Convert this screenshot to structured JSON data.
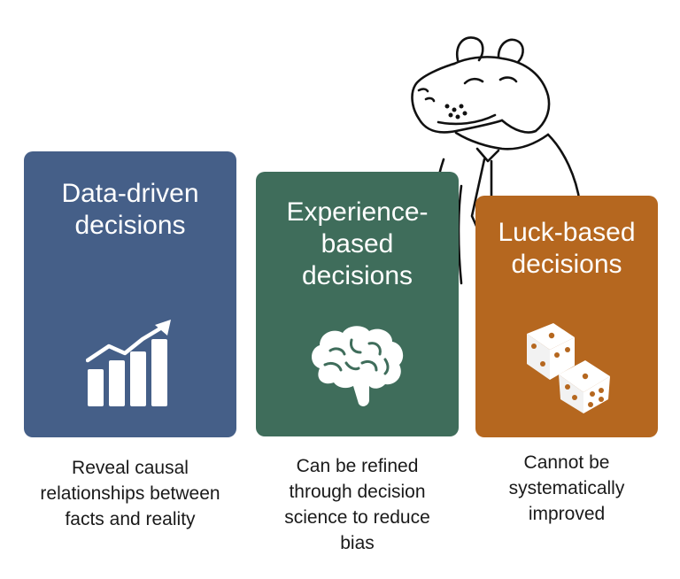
{
  "cards": [
    {
      "title_lines": [
        "Data-driven",
        "decisions"
      ],
      "caption_lines": [
        "Reveal causal",
        "relationships between",
        "facts and reality"
      ],
      "icon": "growth-chart-icon",
      "color": "#455f88"
    },
    {
      "title_lines": [
        "Experience-",
        "based",
        "decisions"
      ],
      "caption_lines": [
        "Can be refined",
        "through decision",
        "science to reduce",
        "bias"
      ],
      "icon": "brain-icon",
      "color": "#3f6d5b"
    },
    {
      "title_lines": [
        "Luck-based",
        "decisions"
      ],
      "caption_lines": [
        "Cannot be",
        "systematically",
        "improved"
      ],
      "icon": "dice-icon",
      "color": "#b5671f"
    }
  ],
  "illustration": "hippo-in-tie-icon"
}
